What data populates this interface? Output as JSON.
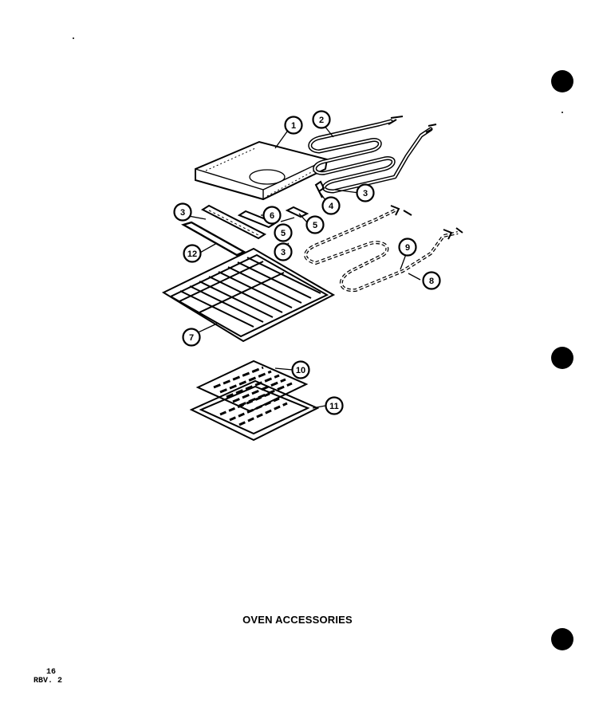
{
  "caption": "OVEN ACCESSORIES",
  "page": {
    "number": "16",
    "revision": "RBV. 2"
  },
  "callouts": [
    {
      "id": "c1",
      "label": "1"
    },
    {
      "id": "c2",
      "label": "2"
    },
    {
      "id": "c3a",
      "label": "3"
    },
    {
      "id": "c4",
      "label": "4"
    },
    {
      "id": "c5a",
      "label": "5"
    },
    {
      "id": "c6",
      "label": "6"
    },
    {
      "id": "c3b",
      "label": "3"
    },
    {
      "id": "c5b",
      "label": "5"
    },
    {
      "id": "c3c",
      "label": "3"
    },
    {
      "id": "c12",
      "label": "12"
    },
    {
      "id": "c9",
      "label": "9"
    },
    {
      "id": "c8",
      "label": "8"
    },
    {
      "id": "c7",
      "label": "7"
    },
    {
      "id": "c10",
      "label": "10"
    },
    {
      "id": "c11",
      "label": "11"
    }
  ]
}
